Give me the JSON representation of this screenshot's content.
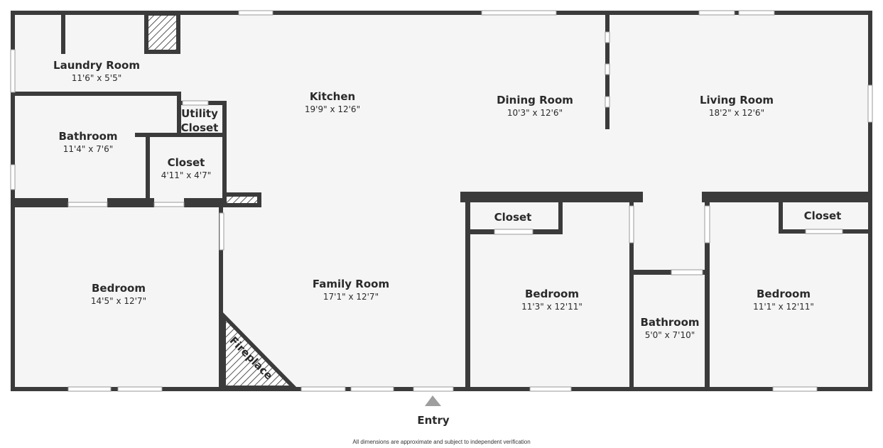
{
  "rooms": {
    "laundry": {
      "name": "Laundry Room",
      "dims": "11'6\" x 5'5\""
    },
    "kitchen": {
      "name": "Kitchen",
      "dims": "19'9\" x 12'6\""
    },
    "dining": {
      "name": "Dining Room",
      "dims": "10'3\" x 12'6\""
    },
    "living": {
      "name": "Living Room",
      "dims": "18'2\" x 12'6\""
    },
    "utility": {
      "line1": "Utility",
      "line2": "Closet"
    },
    "bath1": {
      "name": "Bathroom",
      "dims": "11'4\" x 7'6\""
    },
    "closet1": {
      "name": "Closet",
      "dims": "4'11\" x 4'7\""
    },
    "bedroom1": {
      "name": "Bedroom",
      "dims": "14'5\" x 12'7\""
    },
    "family": {
      "name": "Family Room",
      "dims": "17'1\" x 12'7\""
    },
    "closet2": {
      "name": "Closet"
    },
    "bedroom2": {
      "name": "Bedroom",
      "dims": "11'3\" x 12'11\""
    },
    "bath2": {
      "name": "Bathroom",
      "dims": "5'0\" x 7'10\""
    },
    "closet3": {
      "name": "Closet"
    },
    "bedroom3": {
      "name": "Bedroom",
      "dims": "11'1\" x 12'11\""
    }
  },
  "labels": {
    "fireplace": "Fireplace",
    "entry": "Entry",
    "disclaimer": "All dimensions are approximate and subject to independent verification"
  },
  "colors": {
    "wall": "#3b3b3b",
    "floor": "#f5f5f5",
    "hatch": "#555555"
  }
}
